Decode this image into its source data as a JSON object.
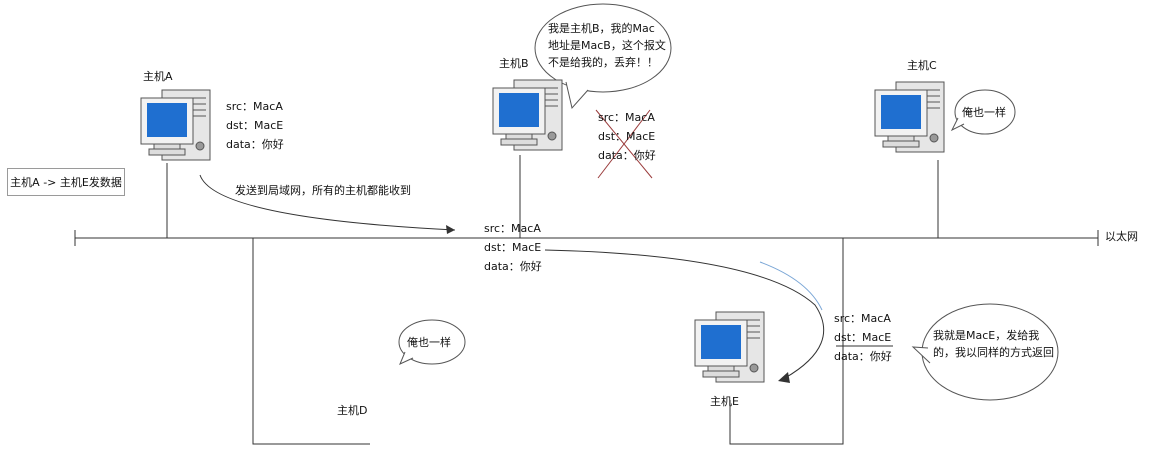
{
  "hosts": {
    "a": "主机A",
    "b": "主机B",
    "c": "主机C",
    "d": "主机D",
    "e": "主机E"
  },
  "network_label": "以太网",
  "task_note": "主机A -> 主机E发数据",
  "send_caption": "发送到局域网，所有的主机都能收到",
  "packet": {
    "src": "src：MacA",
    "dst": "dst：MacE",
    "data": "data：你好"
  },
  "bubbles": {
    "b_line1": "我是主机B，我的Mac",
    "b_line2": "地址是MacB，这个报文",
    "b_line3": "不是给我的，丢弃！！",
    "c_text": "俺也一样",
    "d_text": "俺也一样",
    "e_line1": "我就是MacE，发给我",
    "e_line2": "的，我以同样的方式返回"
  },
  "colors": {
    "line": "#333333",
    "screen": "#1f6fd0",
    "arrow": "#7aa6d6",
    "cross": "#9a3b3b"
  }
}
